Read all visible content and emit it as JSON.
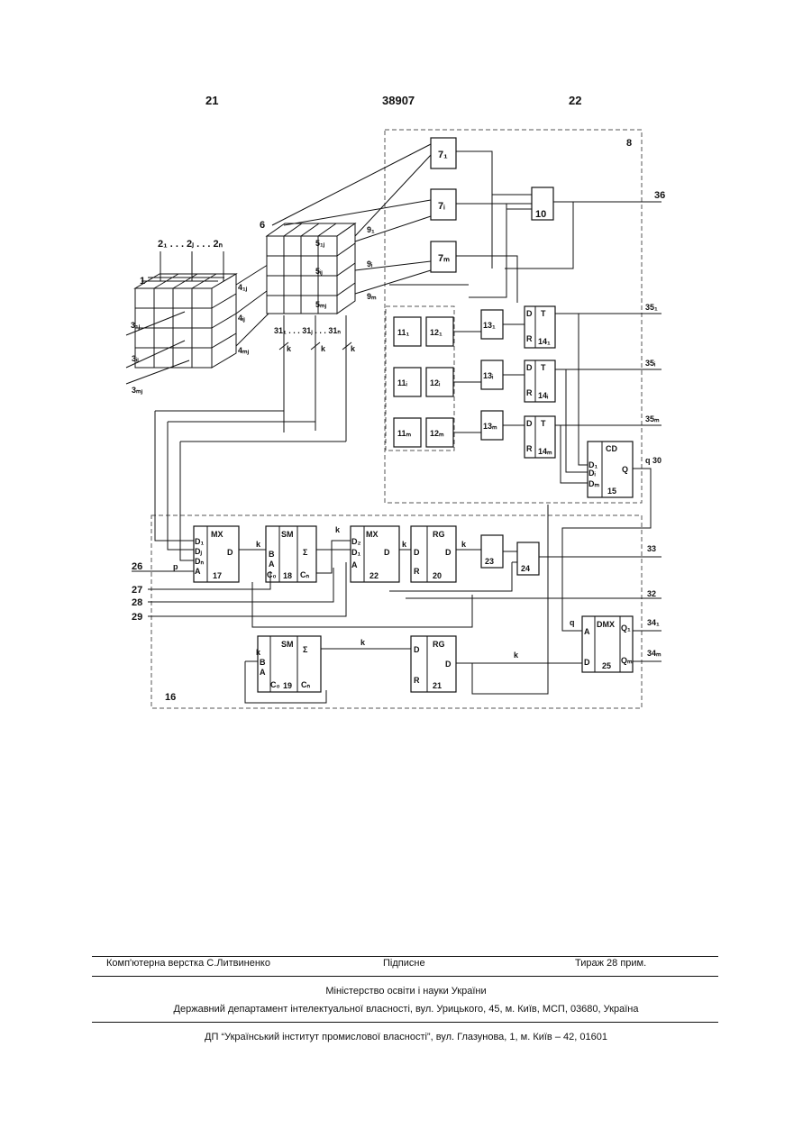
{
  "header": {
    "left": "21",
    "center": "38907",
    "right": "22"
  },
  "diagram": {
    "group_labels": {
      "g8": "8",
      "g16": "16",
      "cube1": "1",
      "cube6": "6"
    },
    "inputs_top": [
      "2₁ . . . 2ⱼ . . . 2ₙ"
    ],
    "left_inputs": [
      "3₁ⱼ",
      "3ᵢⱼ",
      "3ₘⱼ"
    ],
    "cube1_out": [
      "4₁ⱼ",
      "4ᵢⱼ",
      "4ₘⱼ"
    ],
    "cube6_cells": [
      "5₁ⱼ",
      "5ᵢⱼ",
      "5ₘⱼ"
    ],
    "lines9": [
      "9₁",
      "9ᵢ",
      "9ₘ"
    ],
    "lines31": "31₁ . . . 31ⱼ . . . 31ₙ",
    "blocks7": [
      "7₁",
      "7ᵢ",
      "7ₘ"
    ],
    "block10": "10",
    "blocks11": [
      "11₁",
      "11ᵢ",
      "11ₘ"
    ],
    "blocks12": [
      "12₁",
      "12ᵢ",
      "12ₘ"
    ],
    "blocks13": [
      "13₁",
      "13ᵢ",
      "13ₘ"
    ],
    "blocks14": [
      "14₁",
      "14ᵢ",
      "14ₘ"
    ],
    "ff_labels": {
      "d": "D",
      "t": "T",
      "r": "R"
    },
    "cd": {
      "name": "CD",
      "inputs": [
        "D₁",
        "Dᵢ",
        "Dₘ"
      ],
      "out": "Q",
      "num": "15"
    },
    "outputs35": [
      "35₁",
      "35ᵢ",
      "35ₘ"
    ],
    "out36": "36",
    "out30": "q 30",
    "mx17": {
      "name": "MX",
      "inputs": [
        "D₁",
        "Dⱼ",
        "Dₙ",
        "A"
      ],
      "out": "D",
      "num": "17"
    },
    "sm18": {
      "name": "SM",
      "inputs": [
        "B",
        "A",
        "C₀"
      ],
      "out1": "Σ",
      "out2": "Cₙ",
      "num": "18"
    },
    "mx22": {
      "name": "MX",
      "inputs": [
        "D₂",
        "D₁",
        "A"
      ],
      "out": "D",
      "num": "22"
    },
    "rg20": {
      "name": "RG",
      "inputs": [
        "D",
        "R"
      ],
      "out": "D",
      "num": "20"
    },
    "b23": "23",
    "b24": "24",
    "sm19": {
      "name": "SM",
      "inputs": [
        "B",
        "A",
        "C₀"
      ],
      "out1": "Σ",
      "out2": "Cₙ",
      "num": "19"
    },
    "rg21": {
      "name": "RG",
      "inputs": [
        "D",
        "R"
      ],
      "out": "D",
      "num": "21"
    },
    "dmx25": {
      "name": "DMX",
      "inputs": [
        "A",
        "D"
      ],
      "outs": [
        "Q₁",
        "Qₘ"
      ],
      "num": "25"
    },
    "left_signals": [
      "26",
      "27",
      "28",
      "29"
    ],
    "right_signals": [
      "33",
      "32"
    ],
    "outputs34": [
      "34₁",
      "34ₘ"
    ],
    "bus_k": "k",
    "bus_p": "p",
    "bus_q": "q"
  },
  "footer": {
    "row1_left": "Комп'ютерна верстка С.Литвиненко",
    "row1_center": "Підписне",
    "row1_right": "Тираж 28 прим.",
    "line2": "Міністерство освіти і науки України",
    "line3": "Державний департамент інтелектуальної власності, вул. Урицького, 45, м. Київ, МСП, 03680, Україна",
    "line4": "ДП “Український інститут промислової власності”, вул. Глазунова, 1, м. Київ – 42, 01601"
  }
}
